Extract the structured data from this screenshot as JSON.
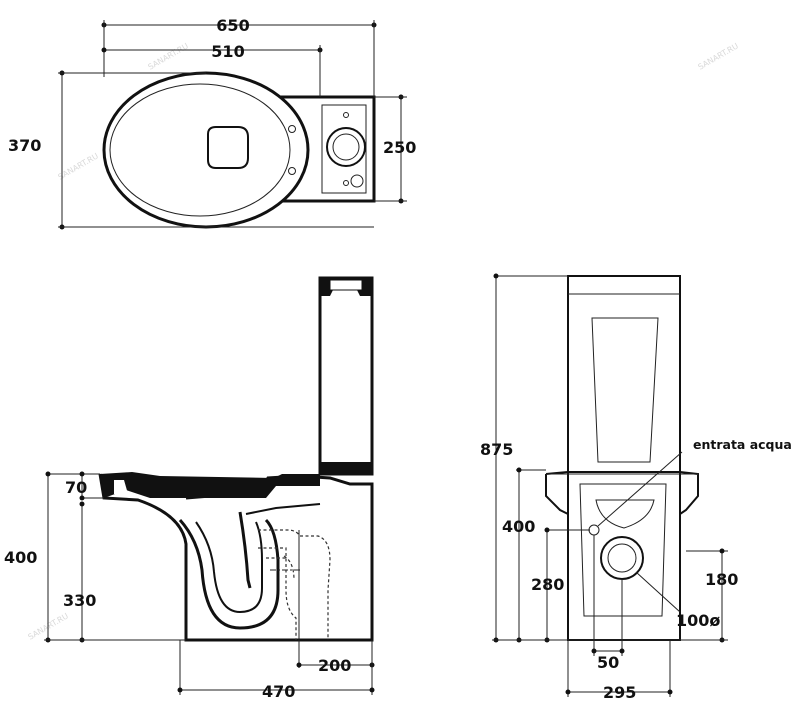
{
  "watermarks": [
    "SANART.RU",
    "SANART.RU",
    "SANART.RU",
    "SANART.RU"
  ],
  "top_view": {
    "dim_total_width": "650",
    "dim_bowl_width": "510",
    "dim_bowl_depth": "370",
    "dim_tank_depth": "250"
  },
  "side_view": {
    "dim_rim_thickness": "70",
    "dim_height": "400",
    "dim_outlet_height": "330",
    "dim_outlet_offset": "200",
    "dim_depth": "470"
  },
  "front_view": {
    "dim_total_height": "875",
    "dim_seat_height": "400",
    "dim_outlet_height": "280",
    "dim_inlet_height": "180",
    "dim_inlet_offset": "50",
    "dim_width": "295",
    "label_water_inlet": "entrata acqua",
    "label_pipe_diameter": "100ø"
  }
}
